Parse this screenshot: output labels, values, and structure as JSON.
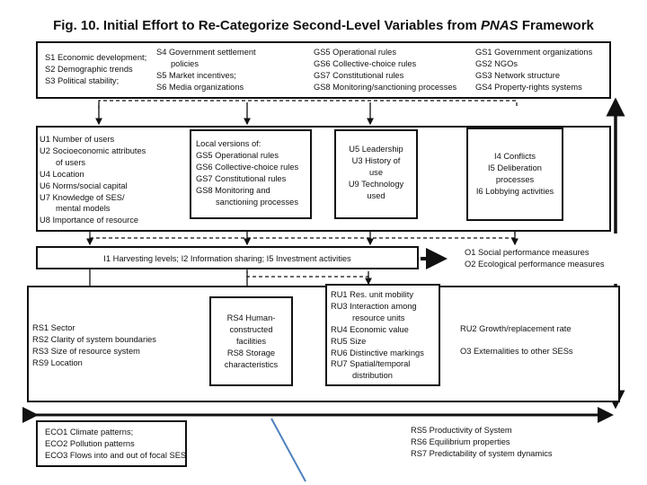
{
  "title": {
    "main": "Fig. 10. Initial Effort to Re-Categorize Second-Level Variables from ",
    "italic": "PNAS",
    "tail": " Framework"
  },
  "boxes": {
    "top": {
      "s_left": [
        "S1 Economic development;",
        "S2 Demographic trends",
        "S3 Political stability;"
      ],
      "s_right": [
        "S4 Government settlement",
        "policies",
        "S5 Market incentives;",
        "S6 Media organizations"
      ],
      "gs": [
        "GS5 Operational rules",
        "GS6 Collective-choice rules",
        "GS7 Constitutional rules",
        "GS8 Monitoring/sanctioning processes"
      ],
      "gs_right": [
        "GS1 Government organizations",
        "GS2 NGOs",
        "GS3 Network structure",
        "GS4 Property-rights systems"
      ]
    },
    "users": [
      "U1 Number of users",
      "U2 Socioeconomic attributes",
      "of users",
      "U4 Location",
      "U6 Norms/social capital",
      "U7 Knowledge of SES/",
      "mental models",
      "U8 Importance of resource"
    ],
    "local": [
      "Local versions of:",
      "GS5 Operational rules",
      "GS6 Collective-choice rules",
      "GS7 Constitutional rules",
      "GS8 Monitoring and",
      "sanctioning processes"
    ],
    "leadership": [
      "U5 Leadership",
      "U3 History of",
      "use",
      "U9 Technology",
      "used"
    ],
    "conflicts": [
      "I4 Conflicts",
      "I5 Deliberation",
      "processes",
      "I6 Lobbying activities"
    ],
    "interactions": "I1 Harvesting levels; I2 Information sharing; I5 Investment activities",
    "outcomes": [
      "O1 Social performance measures",
      "O2 Ecological performance measures"
    ],
    "rs_left": [
      "RS1 Sector",
      "RS2 Clarity of system boundaries",
      "RS3 Size of resource system",
      "RS9 Location"
    ],
    "rs_mid": [
      "RS4 Human-",
      "constructed",
      "facilities",
      "RS8 Storage",
      "characteristics"
    ],
    "ru": [
      "RU1 Res. unit mobility",
      "RU3 Interaction among",
      "resource units",
      "RU4 Economic value",
      "RU5 Size",
      "RU6 Distinctive markings",
      "RU7 Spatial/temporal",
      "distribution"
    ],
    "growth": [
      "RU2 Growth/replacement rate",
      "O3 Externalities to other SESs"
    ],
    "eco": [
      "ECO1 Climate patterns;",
      "ECO2 Pollution patterns",
      "ECO3 Flows into and out of focal SES"
    ],
    "rs_bottom": [
      "RS5 Productivity of System",
      "RS6 Equilibrium properties",
      "RS7 Predictability of system dynamics"
    ]
  },
  "colors": {
    "border": "#111111",
    "accent_line": "#4f81bd"
  }
}
